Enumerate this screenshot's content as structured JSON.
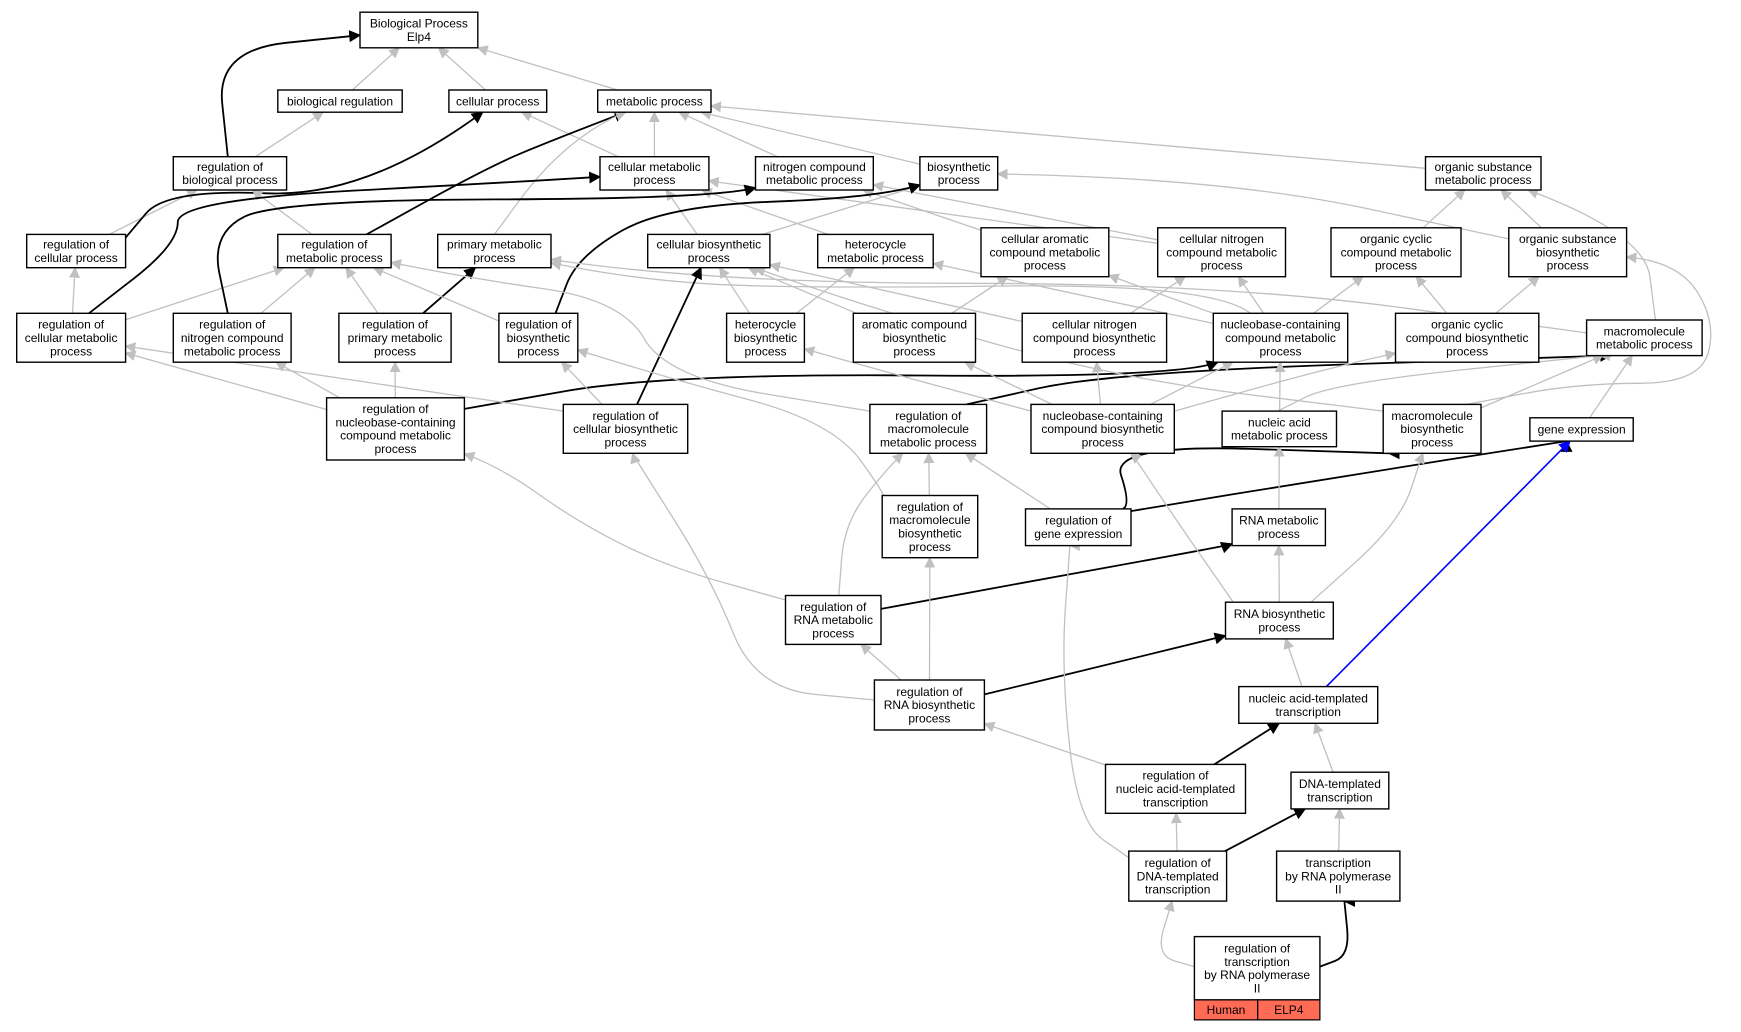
{
  "colors": {
    "gray_edge": "#c0c0c0",
    "black_edge": "#000000",
    "blue_edge": "#0000ff",
    "tag_fill": "#ff6b55"
  },
  "nodes": {
    "bp": {
      "lines": [
        "Biological Process",
        "Elp4"
      ]
    },
    "bioreg": {
      "lines": [
        "biological regulation"
      ]
    },
    "cellproc": {
      "lines": [
        "cellular process"
      ]
    },
    "metproc": {
      "lines": [
        "metabolic process"
      ]
    },
    "regbio": {
      "lines": [
        "regulation of",
        "biological process"
      ]
    },
    "cellmet": {
      "lines": [
        "cellular metabolic",
        "process"
      ]
    },
    "nitro": {
      "lines": [
        "nitrogen compound",
        "metabolic process"
      ]
    },
    "biosyn": {
      "lines": [
        "biosynthetic",
        "process"
      ]
    },
    "orgsub": {
      "lines": [
        "organic substance",
        "metabolic process"
      ]
    },
    "regcell": {
      "lines": [
        "regulation of",
        "cellular process"
      ]
    },
    "regmet": {
      "lines": [
        "regulation of",
        "metabolic process"
      ]
    },
    "primet": {
      "lines": [
        "primary metabolic",
        "process"
      ]
    },
    "cellbio": {
      "lines": [
        "cellular biosynthetic",
        "process"
      ]
    },
    "hetmet": {
      "lines": [
        "heterocycle",
        "metabolic process"
      ]
    },
    "cellarom": {
      "lines": [
        "cellular aromatic",
        "compound metabolic",
        "process"
      ]
    },
    "cellnit": {
      "lines": [
        "cellular nitrogen",
        "compound metabolic",
        "process"
      ]
    },
    "orgcyc": {
      "lines": [
        "organic cyclic",
        "compound metabolic",
        "process"
      ]
    },
    "orgsubbio": {
      "lines": [
        "organic substance",
        "biosynthetic",
        "process"
      ]
    },
    "regcellmet": {
      "lines": [
        "regulation of",
        "cellular metabolic",
        "process"
      ]
    },
    "regnit": {
      "lines": [
        "regulation of",
        "nitrogen compound",
        "metabolic process"
      ]
    },
    "regprim": {
      "lines": [
        "regulation of",
        "primary metabolic",
        "process"
      ]
    },
    "regbiosyn": {
      "lines": [
        "regulation of",
        "biosynthetic",
        "process"
      ]
    },
    "hetbio": {
      "lines": [
        "heterocycle",
        "biosynthetic",
        "process"
      ]
    },
    "arombio": {
      "lines": [
        "aromatic compound",
        "biosynthetic",
        "process"
      ]
    },
    "cellnitbio": {
      "lines": [
        "cellular nitrogen",
        "compound biosynthetic",
        "process"
      ]
    },
    "nucmet": {
      "lines": [
        "nucleobase-containing",
        "compound metabolic",
        "process"
      ]
    },
    "orgcycbio": {
      "lines": [
        "organic cyclic",
        "compound biosynthetic",
        "process"
      ]
    },
    "macmet": {
      "lines": [
        "macromolecule",
        "metabolic process"
      ]
    },
    "regnuc": {
      "lines": [
        "regulation of",
        "nucleobase-containing",
        "compound metabolic",
        "process"
      ]
    },
    "regcellbio": {
      "lines": [
        "regulation of",
        "cellular biosynthetic",
        "process"
      ]
    },
    "regmacmet": {
      "lines": [
        "regulation of",
        "macromolecule",
        "metabolic process"
      ]
    },
    "nucbio": {
      "lines": [
        "nucleobase-containing",
        "compound biosynthetic",
        "process"
      ]
    },
    "nacmet": {
      "lines": [
        "nucleic acid",
        "metabolic process"
      ]
    },
    "macbio": {
      "lines": [
        "macromolecule",
        "biosynthetic",
        "process"
      ]
    },
    "geneexp": {
      "lines": [
        "gene expression"
      ]
    },
    "regmacbio": {
      "lines": [
        "regulation of",
        "macromolecule",
        "biosynthetic",
        "process"
      ]
    },
    "reggene": {
      "lines": [
        "regulation of",
        "gene expression"
      ]
    },
    "rnamet": {
      "lines": [
        "RNA metabolic",
        "process"
      ]
    },
    "regrnamet": {
      "lines": [
        "regulation of",
        "RNA metabolic",
        "process"
      ]
    },
    "rnabio": {
      "lines": [
        "RNA biosynthetic",
        "process"
      ]
    },
    "regrnabio": {
      "lines": [
        "regulation of",
        "RNA biosynthetic",
        "process"
      ]
    },
    "nactrans": {
      "lines": [
        "nucleic acid-templated",
        "transcription"
      ]
    },
    "regnac": {
      "lines": [
        "regulation of",
        "nucleic acid-templated",
        "transcription"
      ]
    },
    "dnatrans": {
      "lines": [
        "DNA-templated",
        "transcription"
      ]
    },
    "regdna": {
      "lines": [
        "regulation of",
        "DNA-templated",
        "transcription"
      ]
    },
    "transpol": {
      "lines": [
        "transcription",
        "by RNA polymerase",
        "II"
      ]
    },
    "regtrans": {
      "lines": [
        "regulation of",
        "transcription",
        "by RNA polymerase",
        "II"
      ]
    }
  },
  "tags": [
    "Human",
    "ELP4"
  ]
}
